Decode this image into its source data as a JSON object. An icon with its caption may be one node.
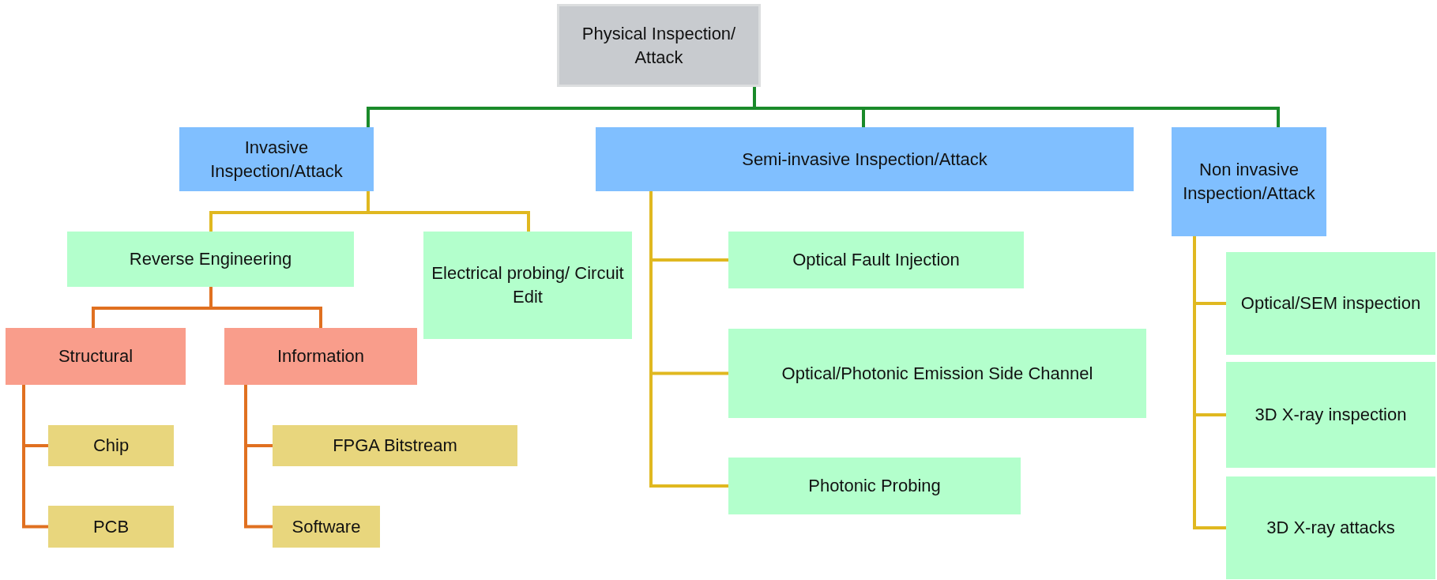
{
  "diagram": {
    "nodes": [
      {
        "text": [
          "Physical Inspection/ Attack"
        ]
      },
      {
        "text": [
          "Invasive Inspection/Attack"
        ]
      },
      {
        "text": [
          "Semi-invasive Inspection/Attack"
        ]
      },
      {
        "text": [
          "Non invasive Inspection/Attack"
        ]
      },
      {
        "text": [
          "Reverse Engineering"
        ]
      },
      {
        "text": [
          "Electrical probing/ Circuit Edit"
        ]
      },
      {
        "text": [
          "Structural"
        ]
      },
      {
        "text": [
          "Information"
        ]
      },
      {
        "text": [
          "Chip"
        ]
      },
      {
        "text": [
          "PCB"
        ]
      },
      {
        "text": [
          "FPGA Bitstream"
        ]
      },
      {
        "text": [
          "Software"
        ]
      },
      {
        "text": [
          "Optical Fault Injection"
        ]
      },
      {
        "text": [
          "Optical/Photonic Emission Side Channel"
        ]
      },
      {
        "text": [
          "Photonic  Probing"
        ]
      },
      {
        "text": [
          "Optical/SEM inspection"
        ]
      },
      {
        "text": [
          "3D X-ray inspection"
        ]
      },
      {
        "text": [
          "3D X-ray attacks"
        ]
      }
    ],
    "edges": [
      {
        "from": 0,
        "to": 1,
        "arrow": "none",
        "color": "#1a8a2a"
      },
      {
        "from": 0,
        "to": 2,
        "arrow": "none",
        "color": "#1a8a2a"
      },
      {
        "from": 0,
        "to": 3,
        "arrow": "none",
        "color": "#1a8a2a"
      },
      {
        "from": 1,
        "to": 4,
        "arrow": "none"
      },
      {
        "from": 1,
        "to": 5,
        "arrow": "none"
      },
      {
        "from": 4,
        "to": 6,
        "arrow": "none",
        "color": "#e07020"
      },
      {
        "from": 4,
        "to": 7,
        "arrow": "none",
        "color": "#e07020"
      },
      {
        "from": 6,
        "to": 8,
        "arrow": "none",
        "color": "#e07020"
      },
      {
        "from": 6,
        "to": 9,
        "arrow": "none",
        "color": "#e07020"
      },
      {
        "from": 7,
        "to": 10,
        "arrow": "none",
        "color": "#e07020"
      },
      {
        "from": 7,
        "to": 11,
        "arrow": "none",
        "color": "#e07020"
      },
      {
        "from": 2,
        "to": 12,
        "arrow": "none"
      },
      {
        "from": 2,
        "to": 13,
        "arrow": "none"
      },
      {
        "from": 2,
        "to": 14,
        "arrow": "none"
      },
      {
        "from": 3,
        "to": 15,
        "arrow": "none"
      },
      {
        "from": 3,
        "to": 16,
        "arrow": "none"
      },
      {
        "from": 3,
        "to": 17,
        "arrow": "none"
      }
    ]
  }
}
